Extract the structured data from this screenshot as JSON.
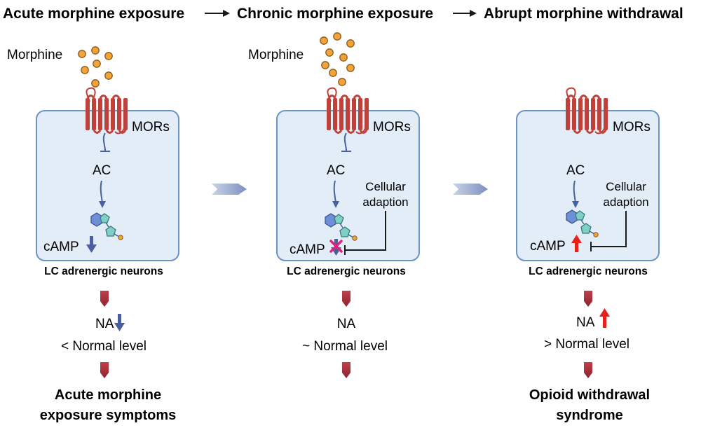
{
  "header": {
    "stage1": "Acute morphine exposure",
    "stage2": "Chronic morphine exposure",
    "stage3": "Abrupt morphine withdrawal"
  },
  "panels": [
    {
      "morphine_label": "Morphine",
      "receptor_label": "MORs",
      "ac_label": "AC",
      "camp_label": "cAMP",
      "camp_change": "decrease",
      "neurons_label": "LC adrenergic neurons",
      "na_label": "NA",
      "na_change": "decrease",
      "level_text": "< Normal level",
      "outcome_line1": "Acute morphine",
      "outcome_line2": "exposure symptoms"
    },
    {
      "morphine_label": "Morphine",
      "receptor_label": "MORs",
      "ac_label": "AC",
      "adaption_line1": "Cellular",
      "adaption_line2": "adaption",
      "camp_label": "cAMP",
      "camp_change": "blocked decrease",
      "neurons_label": "LC adrenergic neurons",
      "na_label": "NA",
      "level_text": "~ Normal level"
    },
    {
      "receptor_label": "MORs",
      "ac_label": "AC",
      "adaption_line1": "Cellular",
      "adaption_line2": "adaption",
      "camp_label": "cAMP",
      "camp_change": "increase",
      "neurons_label": "LC adrenergic neurons",
      "na_label": "NA",
      "na_change": "increase",
      "level_text": "> Normal level",
      "outcome_line1": "Opioid withdrawal",
      "outcome_line2": "syndrome"
    }
  ],
  "colors": {
    "cell_fill": "#e3edf8",
    "cell_stroke": "#6b93c4",
    "receptor": "#c0413a",
    "morphine": "#f2a33a",
    "blue_arrow": "#4a5fa0",
    "red_arrow": "#e8201a",
    "x_mark": "#d6287a",
    "down_arrow": "#a3313a",
    "hexagon": "#6c8fd8",
    "pentagon": "#7fcfc7"
  }
}
